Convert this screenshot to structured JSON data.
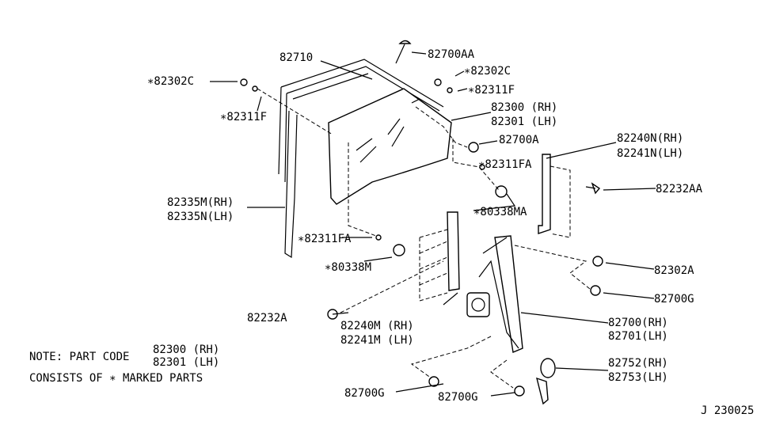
{
  "diagram": {
    "title_code": "J 230025",
    "labels": {
      "p82710": "82710",
      "p82700AA": "82700AA",
      "p82302C_left": "∗82302C",
      "p82302C_right": "∗82302C",
      "p82311F_right": "∗82311F",
      "p82311F_left": "∗82311F",
      "p82300": "82300 (RH)",
      "p82301": "82301 (LH)",
      "p82700A": "82700A",
      "p82240N": "82240N(RH)",
      "p82241N": "82241N(LH)",
      "p82311FA_right": "∗82311FA",
      "p82232AA": "82232AA",
      "p80338MA": "∗80338MA",
      "p82335M": "82335M(RH)",
      "p82335N": "82335N(LH)",
      "p82311FA_left": "∗82311FA",
      "p80338M": "∗80338M",
      "p82302A": "82302A",
      "p82700G_right": "82700G",
      "p82232A": "82232A",
      "p82240M": "82240M (RH)",
      "p82241M": "82241M (LH)",
      "p82700": "82700(RH)",
      "p82701": "82701(LH)",
      "p82752": "82752(RH)",
      "p82753": "82753(LH)",
      "p82700G_bl": "82700G",
      "p82700G_bm": "82700G"
    },
    "note": {
      "line1": "NOTE: PART CODE",
      "code_rh": "82300 (RH)",
      "code_lh": "82301 (LH)",
      "line2": "CONSISTS OF ∗ MARKED PARTS"
    }
  }
}
